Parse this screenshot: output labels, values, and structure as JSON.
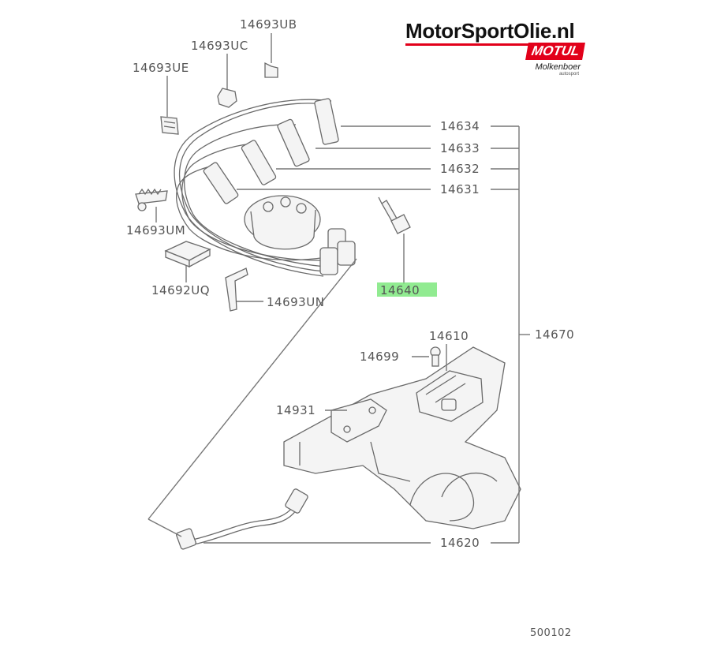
{
  "brand": {
    "name": "MotorSportOlie.nl",
    "motul": "MOTUL",
    "dealer": "Molkenboer",
    "dealer_sub": "autosport"
  },
  "highlight_color": "#7ee87e",
  "accent_color": "#e2001a",
  "parts": {
    "p14693UB": "14693UB",
    "p14693UC": "14693UC",
    "p14693UE": "14693UE",
    "p14693UM": "14693UM",
    "p14692UQ": "14692UQ",
    "p14693UN": "14693UN",
    "p14634": "14634",
    "p14633": "14633",
    "p14632": "14632",
    "p14631": "14631",
    "p14640": "14640",
    "p14670": "14670",
    "p14610": "14610",
    "p14699": "14699",
    "p14931": "14931",
    "p14620": "14620"
  },
  "figure_code": "500102"
}
